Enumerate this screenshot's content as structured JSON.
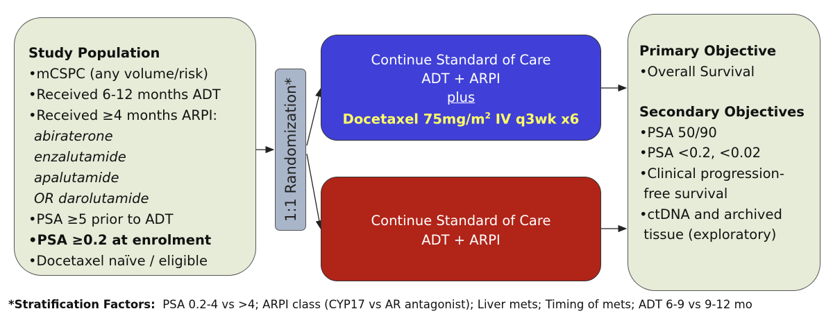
{
  "study_population": {
    "heading": "Study Population",
    "items": [
      "•mCSPC (any volume/risk)",
      "•Received 6-12 months ADT",
      "•Received ≥4 months ARPI:"
    ],
    "drugs": [
      "abiraterone",
      "enzalutamide",
      "apalutamide",
      "OR darolutamide"
    ],
    "items_after": [
      "•PSA ≥5 prior to ADT",
      "•PSA ≥0.2 at enrolment",
      "•Docetaxel naïve / eligible"
    ]
  },
  "randomization": {
    "label": "1:1 Randomization*"
  },
  "arm_docetaxel": {
    "line1": "Continue Standard of Care",
    "line2": "ADT + ARPI",
    "plus": "plus",
    "dose_prefix": "Docetaxel 75mg/m",
    "dose_sup": "2",
    "dose_suffix": " IV q3wk x6"
  },
  "arm_control": {
    "line1": "Continue Standard of Care",
    "line2": "ADT + ARPI"
  },
  "objectives": {
    "primary_heading": "Primary Objective",
    "primary_items": [
      "•Overall Survival"
    ],
    "secondary_heading": "Secondary Objectives",
    "secondary_items": [
      "•PSA 50/90",
      "•PSA <0.2, <0.02",
      "•Clinical progression-",
      " free survival",
      "•ctDNA and archived",
      " tissue (exploratory)"
    ]
  },
  "footnote": {
    "label": "*Stratification Factors:",
    "text": "  PSA 0.2-4 vs >4; ARPI class (CYP17 vs AR antagonist); Liver mets; Timing of mets; ADT 6-9 vs 9-12 mo"
  },
  "colors": {
    "side_box": "#e6ecd8",
    "randomization_box": "#a9b5c8",
    "docetaxel_arm": "#4040d8",
    "control_arm": "#b12418",
    "dose_text": "#ffff66"
  }
}
